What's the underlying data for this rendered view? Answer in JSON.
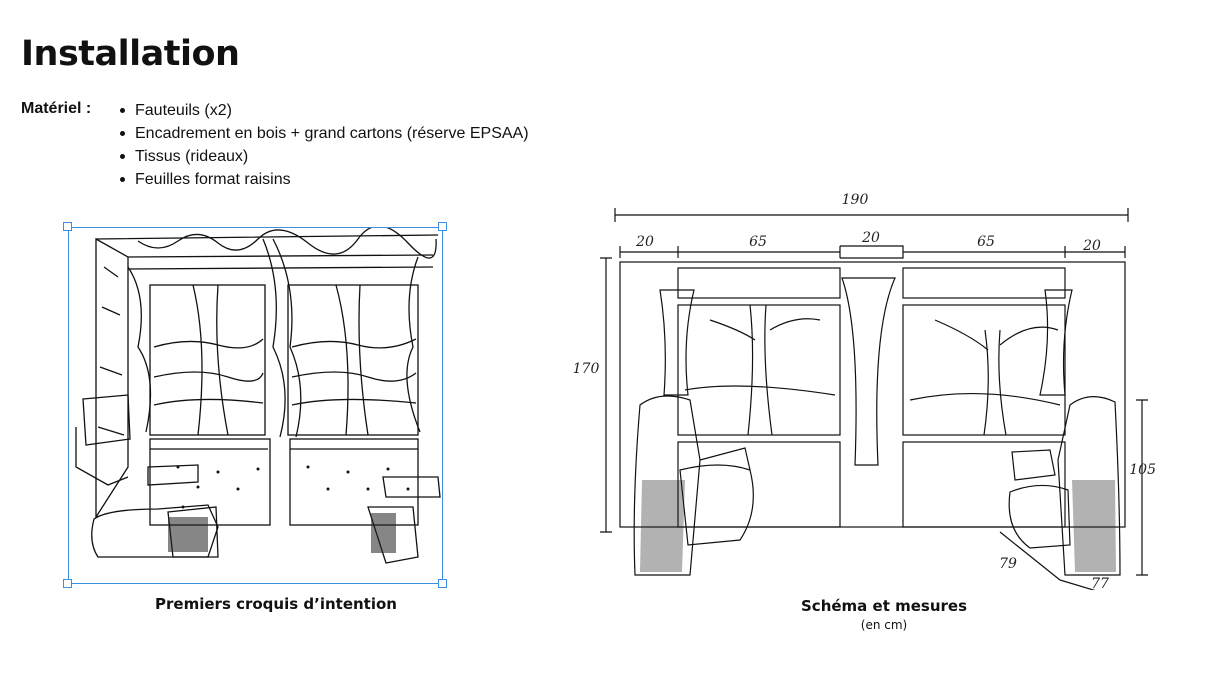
{
  "page": {
    "title": "Installation",
    "materiel_label": "Matériel :",
    "materiel_items": [
      "Fauteuils (x2)",
      "Encadrement en bois + grand cartons (réserve EPSAA)",
      "Tissus (rideaux)",
      "Feuilles format raisins"
    ]
  },
  "figures": {
    "sketch_caption": "Premiers croquis d’intention",
    "schema_caption": "Schéma et mesures",
    "schema_subcaption": "(en cm)",
    "dimensions": {
      "total_width": "190",
      "left_side": "20",
      "left_window": "65",
      "center_panel": "20",
      "right_window": "65",
      "right_side": "20",
      "height": "170",
      "seat_height": "105",
      "seat_depth": "79",
      "seat_width": "77"
    }
  },
  "selection": {
    "accent": "#3b8de0"
  }
}
